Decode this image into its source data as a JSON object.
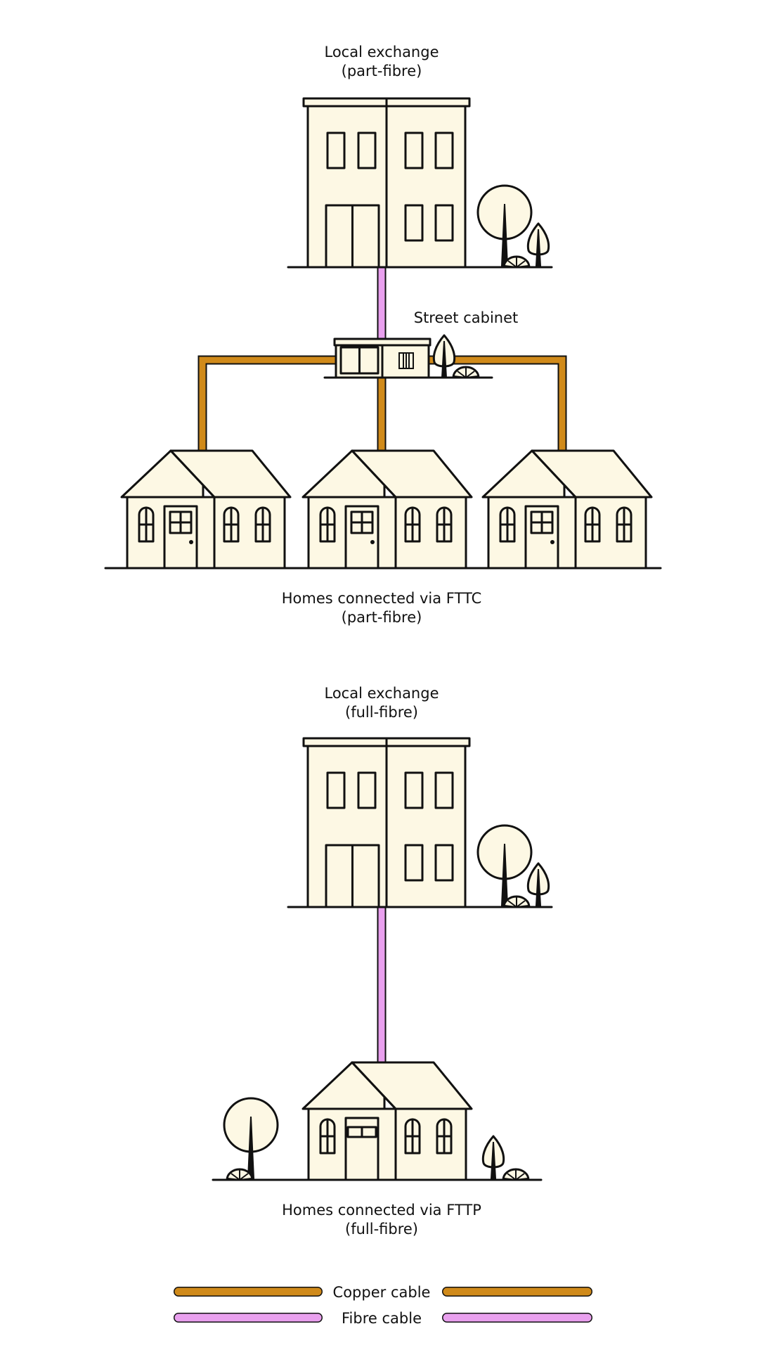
{
  "colors": {
    "copper": "#D08A1A",
    "fibre": "#E9A0EE",
    "building_fill": "#FDF8E4",
    "outline": "#111111",
    "background": "#FFFFFF"
  },
  "top_section": {
    "exchange_label_line1": "Local exchange",
    "exchange_label_line2": "(part-fibre)",
    "cabinet_label": "Street cabinet",
    "homes_label_line1": "Homes connected via FTTC",
    "homes_label_line2": "(part-fibre)"
  },
  "bottom_section": {
    "exchange_label_line1": "Local exchange",
    "exchange_label_line2": "(full-fibre)",
    "homes_label_line1": "Homes connected via FTTP",
    "homes_label_line2": "(full-fibre)"
  },
  "legend": {
    "copper_label": "Copper cable",
    "fibre_label": "Fibre cable"
  },
  "icons": [
    "exchange-building-icon",
    "street-cabinet-icon",
    "house-icon",
    "tree-icon",
    "bush-icon"
  ]
}
